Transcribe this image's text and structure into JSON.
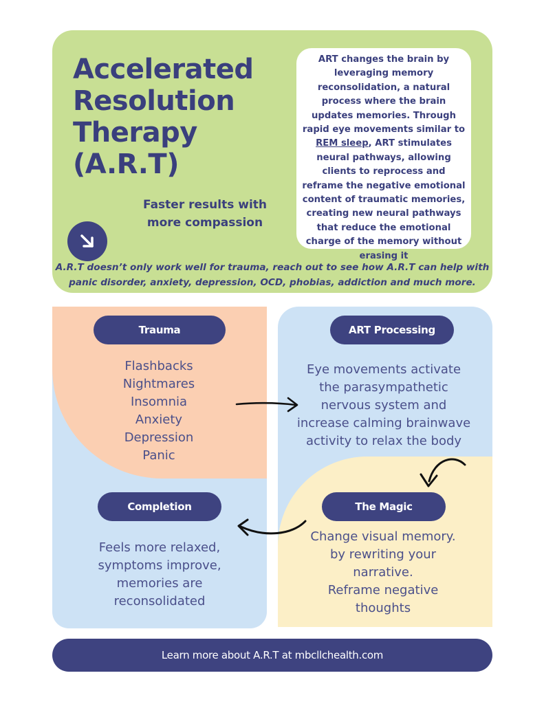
{
  "header": {
    "title_lines": [
      "Accelerated",
      "Resolution",
      "Therapy",
      "(A.R.T)"
    ],
    "tagline_lines": [
      "Faster results with",
      "more compassion"
    ],
    "info_before": "ART changes the brain by leveraging memory reconsolidation, a natural process where the brain updates memories. Through rapid eye movements similar to ",
    "info_link": "REM sleep",
    "info_after": ", ART stimulates neural pathways, allowing clients to reprocess and reframe the negative emotional content of traumatic memories, creating new neural pathways that reduce the emotional charge of the memory without erasing it",
    "note": "A.R.T doesn’t only work well for trauma, reach out to see how A.R.T can help with panic disorder, anxiety, depression, OCD, phobias, addiction and much more."
  },
  "trauma": {
    "label": "Trauma",
    "symptoms": [
      "Flashbacks",
      "Nightmares",
      "Insomnia",
      "Anxiety",
      "Depression",
      "Panic"
    ]
  },
  "art_processing": {
    "label": "ART Processing",
    "text": "Eye movements activate the parasympathetic nervous system and increase calming brainwave activity to relax the body"
  },
  "completion": {
    "label": "Completion",
    "text": "Feels more relaxed, symptoms improve, memories are reconsolidated"
  },
  "magic": {
    "label": "The Magic",
    "text_lines": [
      "Change visual memory.",
      "by rewriting your",
      "narrative.",
      "Reframe negative",
      "thoughts"
    ]
  },
  "footer": {
    "text": "Learn more about A.R.T at  mbcllchealth.com"
  },
  "colors": {
    "header_bg": "#c8df94",
    "navy": "#3e4380",
    "peach": "#fbcfb2",
    "light_blue": "#cde2f5",
    "cream": "#fcefc7"
  },
  "icons": [
    "arrow-down-right-icon"
  ]
}
